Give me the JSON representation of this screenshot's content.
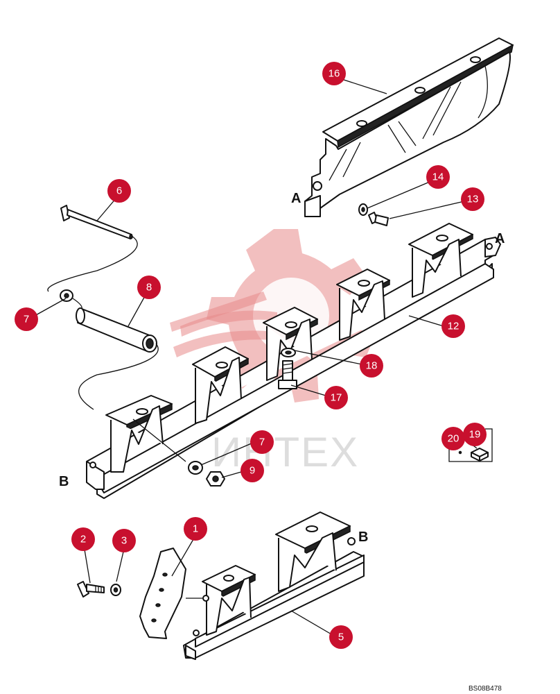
{
  "watermark": {
    "text": "ИНТЕХ",
    "color": "#e88a8a"
  },
  "callout_color": "#c8102e",
  "section_labels": [
    "A",
    "A",
    "B",
    "B"
  ],
  "callouts": [
    {
      "id": "16",
      "label": "16"
    },
    {
      "id": "14",
      "label": "14"
    },
    {
      "id": "13",
      "label": "13"
    },
    {
      "id": "6",
      "label": "6"
    },
    {
      "id": "8",
      "label": "8"
    },
    {
      "id": "7a",
      "label": "7"
    },
    {
      "id": "12",
      "label": "12"
    },
    {
      "id": "18",
      "label": "18"
    },
    {
      "id": "17",
      "label": "17"
    },
    {
      "id": "7b",
      "label": "7"
    },
    {
      "id": "9",
      "label": "9"
    },
    {
      "id": "20",
      "label": "20"
    },
    {
      "id": "19",
      "label": "19"
    },
    {
      "id": "1",
      "label": "1"
    },
    {
      "id": "2",
      "label": "2"
    },
    {
      "id": "3",
      "label": "3"
    },
    {
      "id": "5",
      "label": "5"
    }
  ],
  "figure_code": "BS08B478"
}
